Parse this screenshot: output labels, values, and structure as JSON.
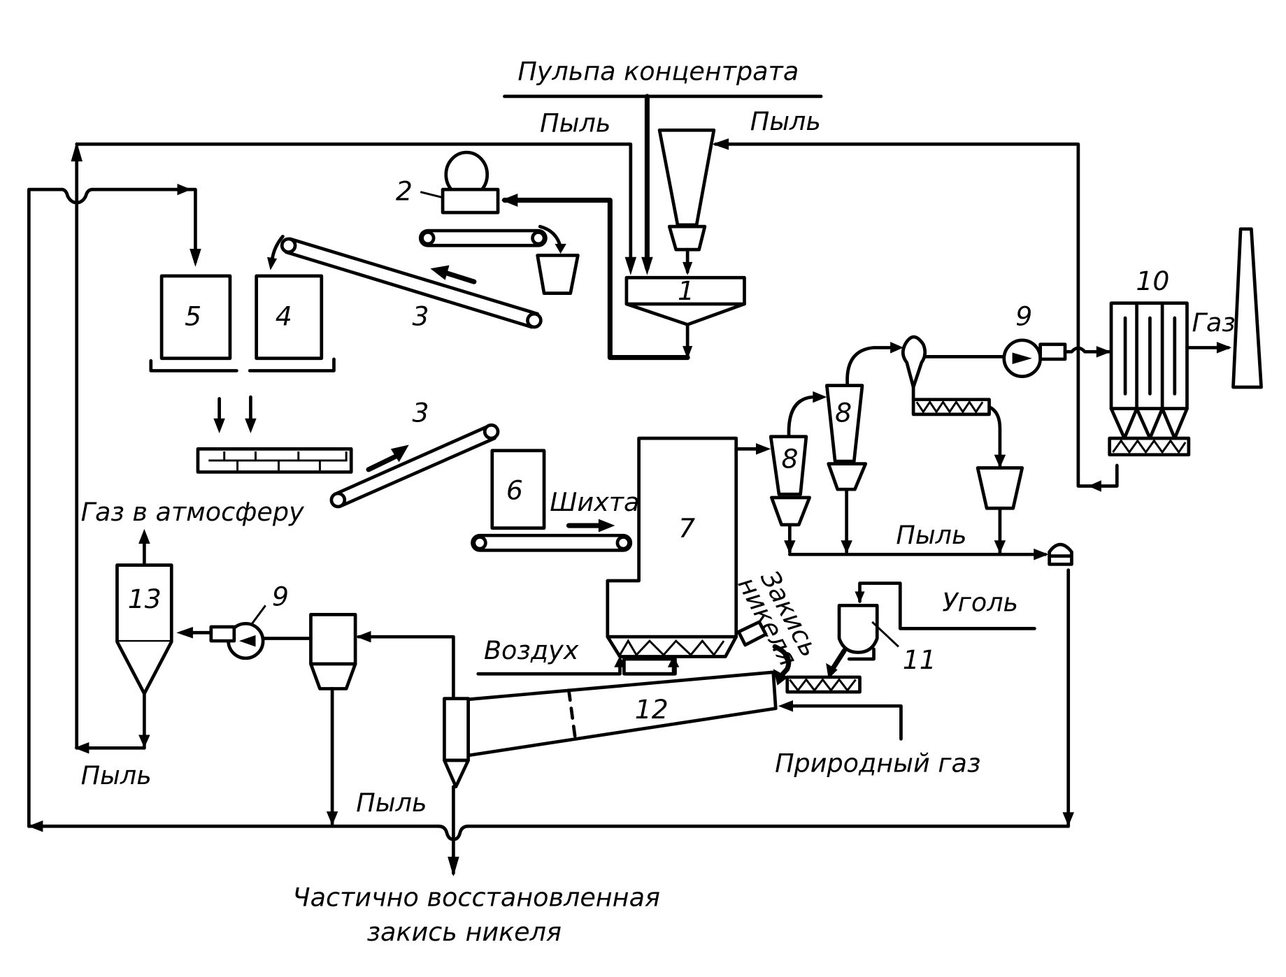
{
  "diagram": {
    "title": "Nickel oxide partial reduction flowsheet",
    "labels": {
      "pulp": "Пульпа концентрата",
      "dust_top_left": "Пыль",
      "dust_top_right": "Пыль",
      "gas_to_atmosphere": "Газ в атмосферу",
      "charge": "Шихта",
      "dust_cyclones": "Пыль",
      "nickel_oxide_feed_line1": "Закись",
      "nickel_oxide_feed_line2": "никеля",
      "coal": "Уголь",
      "air": "Воздух",
      "natural_gas": "Природный газ",
      "dust_bottom_left": "Пыль",
      "dust_bottom": "Пыль",
      "gas_stack": "Газ",
      "product_line1": "Частично восстановленная",
      "product_line2": "закись никеля"
    },
    "equipment_numbers": {
      "thickener": "1",
      "filter": "2",
      "conveyor_upper": "3",
      "conveyor_lower": "3",
      "bin_4": "4",
      "bin_5": "5",
      "bin_6": "6",
      "furnace": "7",
      "cyclone_a": "8",
      "cyclone_b": "8",
      "fan_right": "9",
      "fan_left": "9",
      "electrofilter": "10",
      "coal_feeder": "11",
      "kiln": "12",
      "scrubber": "13"
    }
  }
}
